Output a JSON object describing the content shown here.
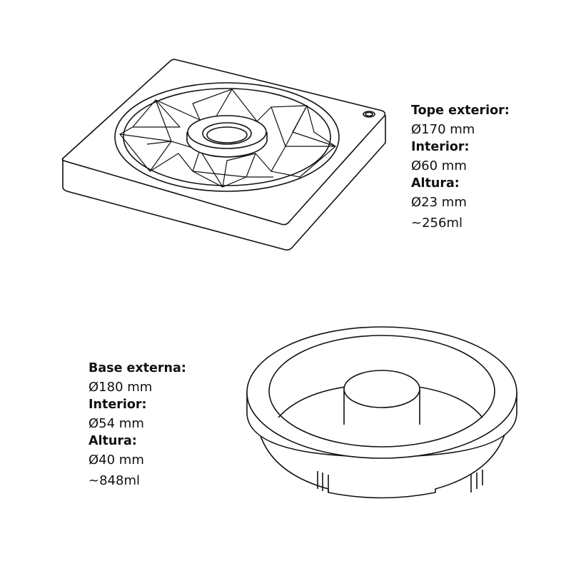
{
  "top_mold": {
    "outer_label": "Tope exterior:",
    "outer_value": "Ø170 mm",
    "inner_label": "Interior:",
    "inner_value": "Ø60 mm",
    "height_label": "Altura:",
    "height_value": "Ø23 mm",
    "volume": "~256ml"
  },
  "bottom_mold": {
    "outer_label": "Base externa:",
    "outer_value": "Ø180 mm",
    "inner_label": "Interior:",
    "inner_value": "Ø54 mm",
    "height_label": "Altura:",
    "height_value": "Ø40 mm",
    "volume": "~848ml"
  }
}
